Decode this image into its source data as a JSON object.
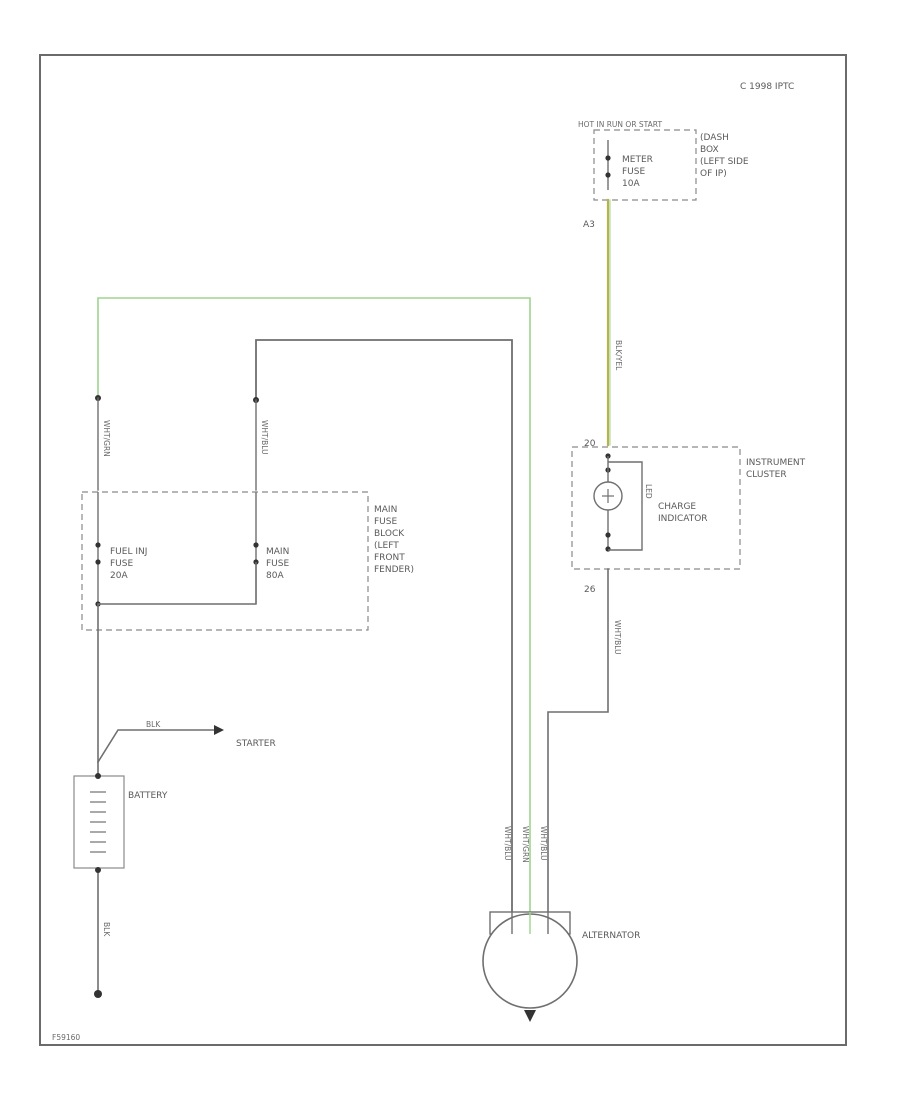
{
  "copyright": "C 1998 IPTC",
  "figure_id": "F59160",
  "components": {
    "hot_in_run_box": "HOT IN RUN OR START",
    "meter_fuse": [
      "METER",
      "FUSE",
      "10A"
    ],
    "fuse_box_location": [
      "(DASH",
      "BOX",
      "(LEFT SIDE",
      "OF IP)"
    ],
    "main_fuse_block": [
      "MAIN",
      "FUSE",
      "BLOCK",
      "(LEFT",
      "FRONT",
      "FENDER)"
    ],
    "fuel_inj_fuse": [
      "FUEL INJ",
      "FUSE",
      "20A"
    ],
    "main_fuse": [
      "MAIN",
      "FUSE",
      "80A"
    ],
    "instrument_cluster": [
      "INSTRUMENT",
      "CLUSTER"
    ],
    "charge_indicator": [
      "CHARGE",
      "INDICATOR"
    ],
    "starter": "STARTER",
    "battery": "BATTERY",
    "alternator": "ALTERNATOR"
  },
  "pins": {
    "fuse_out": "A3",
    "cluster_in": "20",
    "cluster_out": "26"
  },
  "wires": {
    "fuse_to_cluster": "BLK/YEL",
    "cluster_to_alt": "WHT/BLU",
    "fuel_inj_out": "WHT/GRN",
    "main_out": "WHT/BLU",
    "battery_to_starter": "BLK",
    "battery_ground": "BLK",
    "alt_lead_1": "WHT/BLU",
    "alt_lead_2": "WHT/GRN",
    "alt_lead_3": "WHT/BLU",
    "charge_indicator_inner": "LED"
  },
  "colors": {
    "wire_gray": "#6f6f6f",
    "wire_green": "#9fd48f",
    "wire_yellow_green": "#b8b24a"
  }
}
